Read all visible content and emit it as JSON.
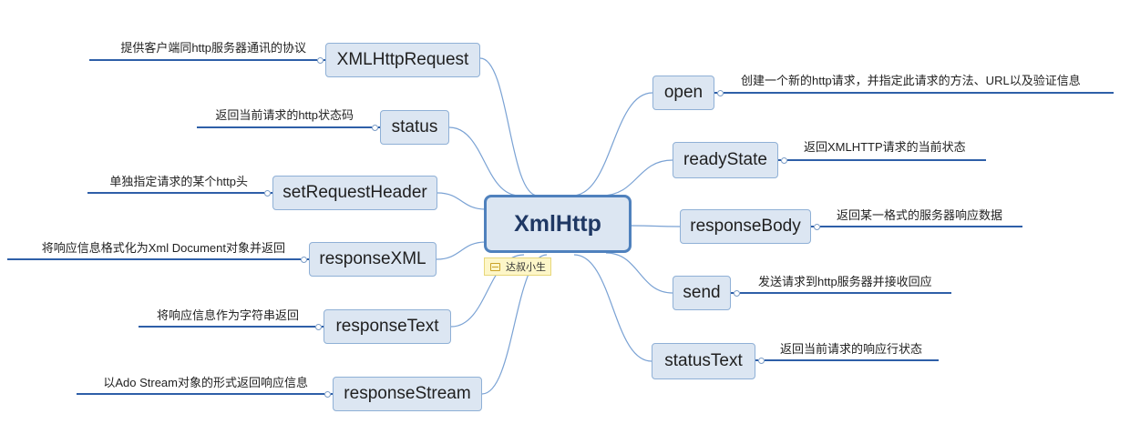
{
  "center": {
    "label": "XmlHttp",
    "note": "达叔小生"
  },
  "colors": {
    "connector": "#7aa2d4",
    "underline": "#2e5fa8",
    "node_fill": "#dce6f2",
    "node_border": "#8fb0d6",
    "center_border": "#4f81bd",
    "note_fill": "#fdf6c8"
  },
  "left_nodes": [
    {
      "label": "XMLHttpRequest",
      "desc": "提供客户端同http服务器通讯的协议"
    },
    {
      "label": "status",
      "desc": "返回当前请求的http状态码"
    },
    {
      "label": "setRequestHeader",
      "desc": "单独指定请求的某个http头"
    },
    {
      "label": "responseXML",
      "desc": "将响应信息格式化为Xml Document对象并返回"
    },
    {
      "label": "responseText",
      "desc": "将响应信息作为字符串返回"
    },
    {
      "label": "responseStream",
      "desc": "以Ado Stream对象的形式返回响应信息"
    }
  ],
  "right_nodes": [
    {
      "label": "open",
      "desc": "创建一个新的http请求，并指定此请求的方法、URL以及验证信息"
    },
    {
      "label": "readyState",
      "desc": "返回XMLHTTP请求的当前状态"
    },
    {
      "label": "responseBody",
      "desc": "返回某一格式的服务器响应数据"
    },
    {
      "label": "send",
      "desc": "发送请求到http服务器并接收回应"
    },
    {
      "label": "statusText",
      "desc": "返回当前请求的响应行状态"
    }
  ]
}
